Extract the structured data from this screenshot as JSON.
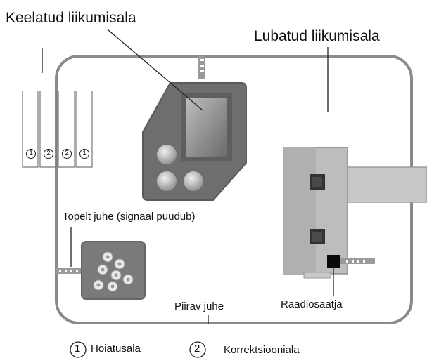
{
  "labels": {
    "forbidden_area": "Keelatud liikumisala",
    "allowed_area": "Lubatud liikumisala",
    "double_wire": "Topelt juhe (signaal puudub)",
    "boundary_wire": "Piirav juhe",
    "radio_transmitter": "Raadiosaatja"
  },
  "zone_marks": [
    "1",
    "2",
    "2",
    "1"
  ],
  "legend": [
    {
      "number": "1",
      "label": "Hoiatusala"
    },
    {
      "number": "2",
      "label": "Korrektsiooniala"
    }
  ],
  "colors": {
    "boundary": "#8a8a8a",
    "house": "#6e6e6e",
    "house_light": "#a8a8a8",
    "station": "#bdbdbd",
    "flowerbed": "#7a7a7a"
  }
}
